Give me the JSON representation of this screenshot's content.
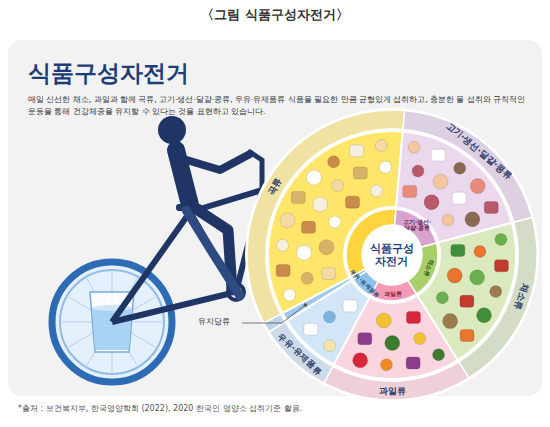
{
  "diagram": {
    "title": "〈그림 식품구성자전거〉",
    "nodes": [
      {
        "text": [
          "식품구성 자전거"
        ]
      }
    ],
    "labels": [
      "식품구성자전거",
      "매일 신선한 채소, 과일과 함께 곡류, 고기·생선·달걀·콩류, 우유·유제품류 식품을 필요한 만큼 균형있게 섭취하고, 충분한 물 섭취와 규칙적인 운동을 통해 건강체중을 유지할 수 있다는 것을 표현하고 있습니다.",
      "곡류",
      "고기·생선·달걀·콩류",
      "채소류",
      "과일류",
      "우유·유제품류",
      "유지당류",
      "고기·생선·달걀·콩류",
      "채소류",
      "과일류",
      "우유·유제품류",
      "*출처 : 보건복지부, 한국영양학회 (2022), 2020 한국인 영양소 섭취기준 활용."
    ]
  }
}
